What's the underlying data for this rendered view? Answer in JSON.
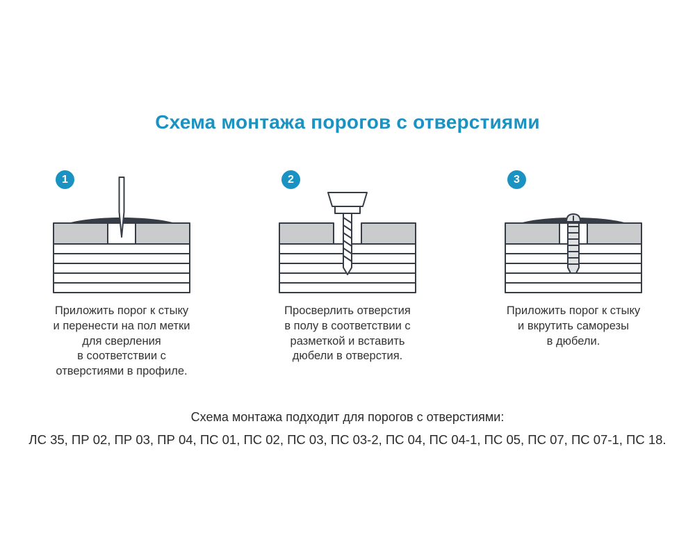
{
  "page": {
    "title": "Схема монтажа порогов с отверстиями"
  },
  "steps": [
    {
      "number": "1",
      "caption": "Приложить порог к стыку\nи перенести на пол метки\nдля сверления\nв соответствии с\nотверстиями в профиле."
    },
    {
      "number": "2",
      "caption": "Просверлить отверстия\nв полу в соответствии с\nразметкой и вставить\nдюбели в отверстия."
    },
    {
      "number": "3",
      "caption": "Приложить порог к стыку\nи вкрутить саморезы\nв дюбели."
    }
  ],
  "footer": {
    "intro": "Схема монтажа подходит для порогов с отверстиями:",
    "models": "ЛС 35, ПР 02, ПР 03, ПР 04, ПС 01, ПС 02, ПС 03, ПС 03-2, ПС 04, ПС 04-1, ПС 05, ПС 07, ПС 07-1, ПС 18."
  },
  "colors": {
    "accent": "#1a93c2",
    "line": "#363d47",
    "fill_gray": "#c9cbcd",
    "fill_light": "#dfe1e3"
  }
}
